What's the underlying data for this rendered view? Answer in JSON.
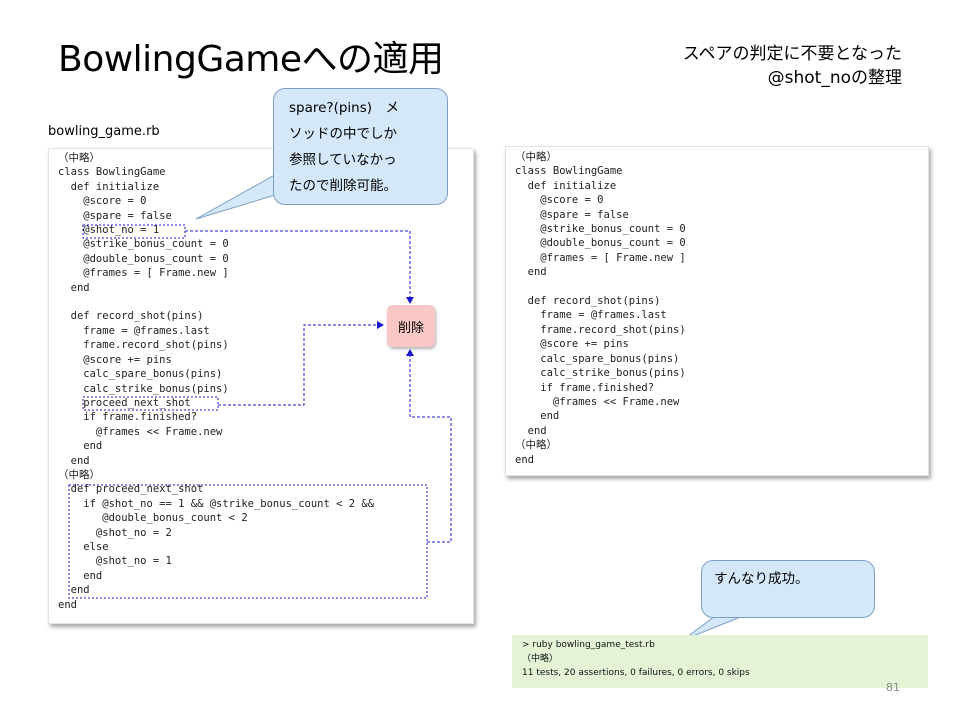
{
  "title": "BowlingGameへの適用",
  "subtitle": [
    "スペアの判定に不要となった",
    "@shot_noの整理"
  ],
  "file_label": "bowling_game.rb",
  "left_code": "（中略）\nclass BowlingGame\n  def initialize\n    @score = 0\n    @spare = false\n    @shot_no = 1\n    @strike_bonus_count = 0\n    @double_bonus_count = 0\n    @frames = [ Frame.new ]\n  end\n\n  def record_shot(pins)\n    frame = @frames.last\n    frame.record_shot(pins)\n    @score += pins\n    calc_spare_bonus(pins)\n    calc_strike_bonus(pins)\n    proceed_next_shot\n    if frame.finished?\n      @frames << Frame.new\n    end\n  end\n（中略）\n  def proceed_next_shot\n    if @shot_no == 1 && @strike_bonus_count < 2 &&\n       @double_bonus_count < 2\n      @shot_no = 2\n    else\n      @shot_no = 1\n    end\n  end\nend",
  "right_code": "（中略）\nclass BowlingGame\n  def initialize\n    @score = 0\n    @spare = false\n    @strike_bonus_count = 0\n    @double_bonus_count = 0\n    @frames = [ Frame.new ]\n  end\n\n  def record_shot(pins)\n    frame = @frames.last\n    frame.record_shot(pins)\n    @score += pins\n    calc_spare_bonus(pins)\n    calc_strike_bonus(pins)\n    if frame.finished?\n      @frames << Frame.new\n    end\n  end\n（中略）\nend",
  "callout_spare": [
    "spare?(pins)　メ",
    "ソッドの中でしか",
    "参照していなかっ",
    "たので削除可能。"
  ],
  "delete_label": "削除",
  "callout_success": "すんなり成功。",
  "terminal": [
    "> ruby bowling_game_test.rb",
    "（中略）",
    "11 tests, 20 assertions, 0 failures, 0 errors, 0 skips"
  ],
  "page_number": "81",
  "colors": {
    "callout_fill": "#d5e8fa",
    "delete_fill": "#f9c8c6",
    "terminal_fill": "#e4f3d6",
    "highlight": "#1a1acc"
  }
}
